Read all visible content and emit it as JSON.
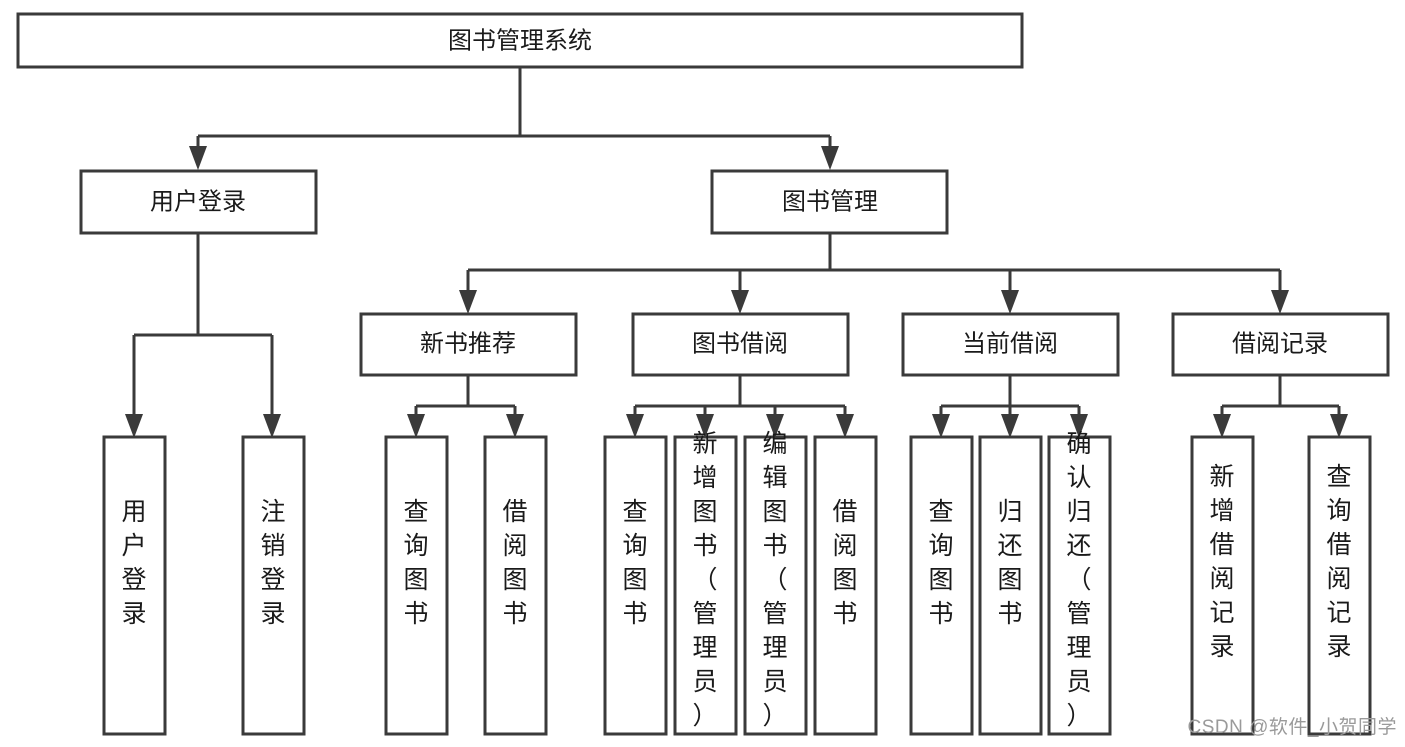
{
  "diagram": {
    "type": "tree-hierarchy",
    "title": "图书管理系统",
    "watermark": "CSDN @软件_小贺同学",
    "colors": {
      "stroke": "#3a3a3a",
      "fill": "#ffffff",
      "text": "#1a1a1a",
      "watermark": "#9a9a9a"
    },
    "root": {
      "label": "图书管理系统",
      "level": 0
    },
    "level1": [
      {
        "label": "用户登录"
      },
      {
        "label": "图书管理"
      }
    ],
    "level2": [
      {
        "label": "新书推荐",
        "parent": "图书管理"
      },
      {
        "label": "图书借阅",
        "parent": "图书管理"
      },
      {
        "label": "当前借阅",
        "parent": "图书管理"
      },
      {
        "label": "借阅记录",
        "parent": "图书管理"
      }
    ],
    "leaves": {
      "用户登录": [
        {
          "label": "用户登录"
        },
        {
          "label": "注销登录"
        }
      ],
      "新书推荐": [
        {
          "label": "查询图书"
        },
        {
          "label": "借阅图书"
        }
      ],
      "图书借阅": [
        {
          "label": "查询图书"
        },
        {
          "label": "新增图书（管理员）"
        },
        {
          "label": "编辑图书（管理员）"
        },
        {
          "label": "借阅图书"
        }
      ],
      "当前借阅": [
        {
          "label": "查询图书"
        },
        {
          "label": "归还图书"
        },
        {
          "label": "确认归还（管理员）"
        }
      ],
      "借阅记录": [
        {
          "label": "新增借阅记录"
        },
        {
          "label": "查询借阅记录"
        }
      ]
    }
  }
}
